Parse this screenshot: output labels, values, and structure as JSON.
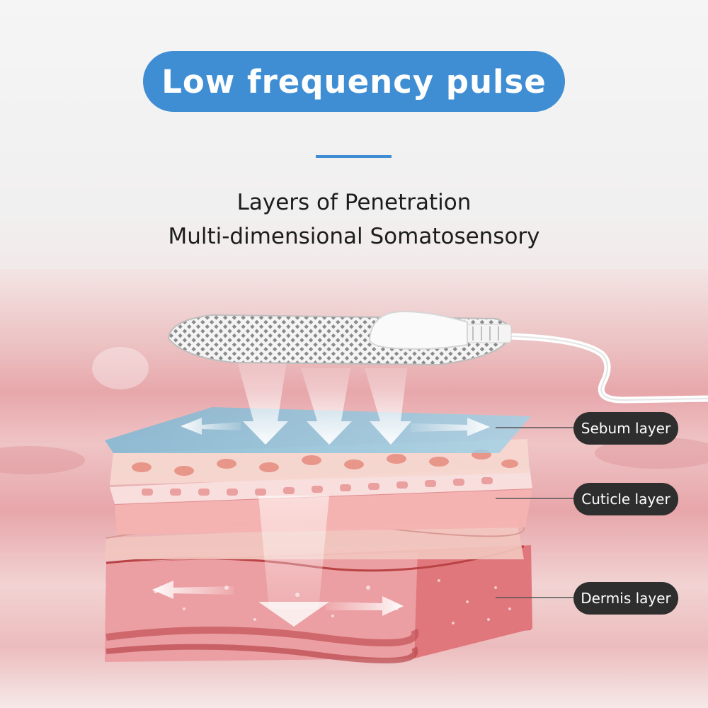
{
  "title": "Low frequency pulse",
  "subtitle_line1": "Layers of Penetration",
  "subtitle_line2": "Multi-dimensional Somatosensory",
  "labels": {
    "sebum": "Sebum layer",
    "cuticle": "Cuticle layer",
    "dermis": "Dermis layer"
  },
  "colors": {
    "accent": "#3f8dd3",
    "label_bg": "#2e2e2e"
  }
}
